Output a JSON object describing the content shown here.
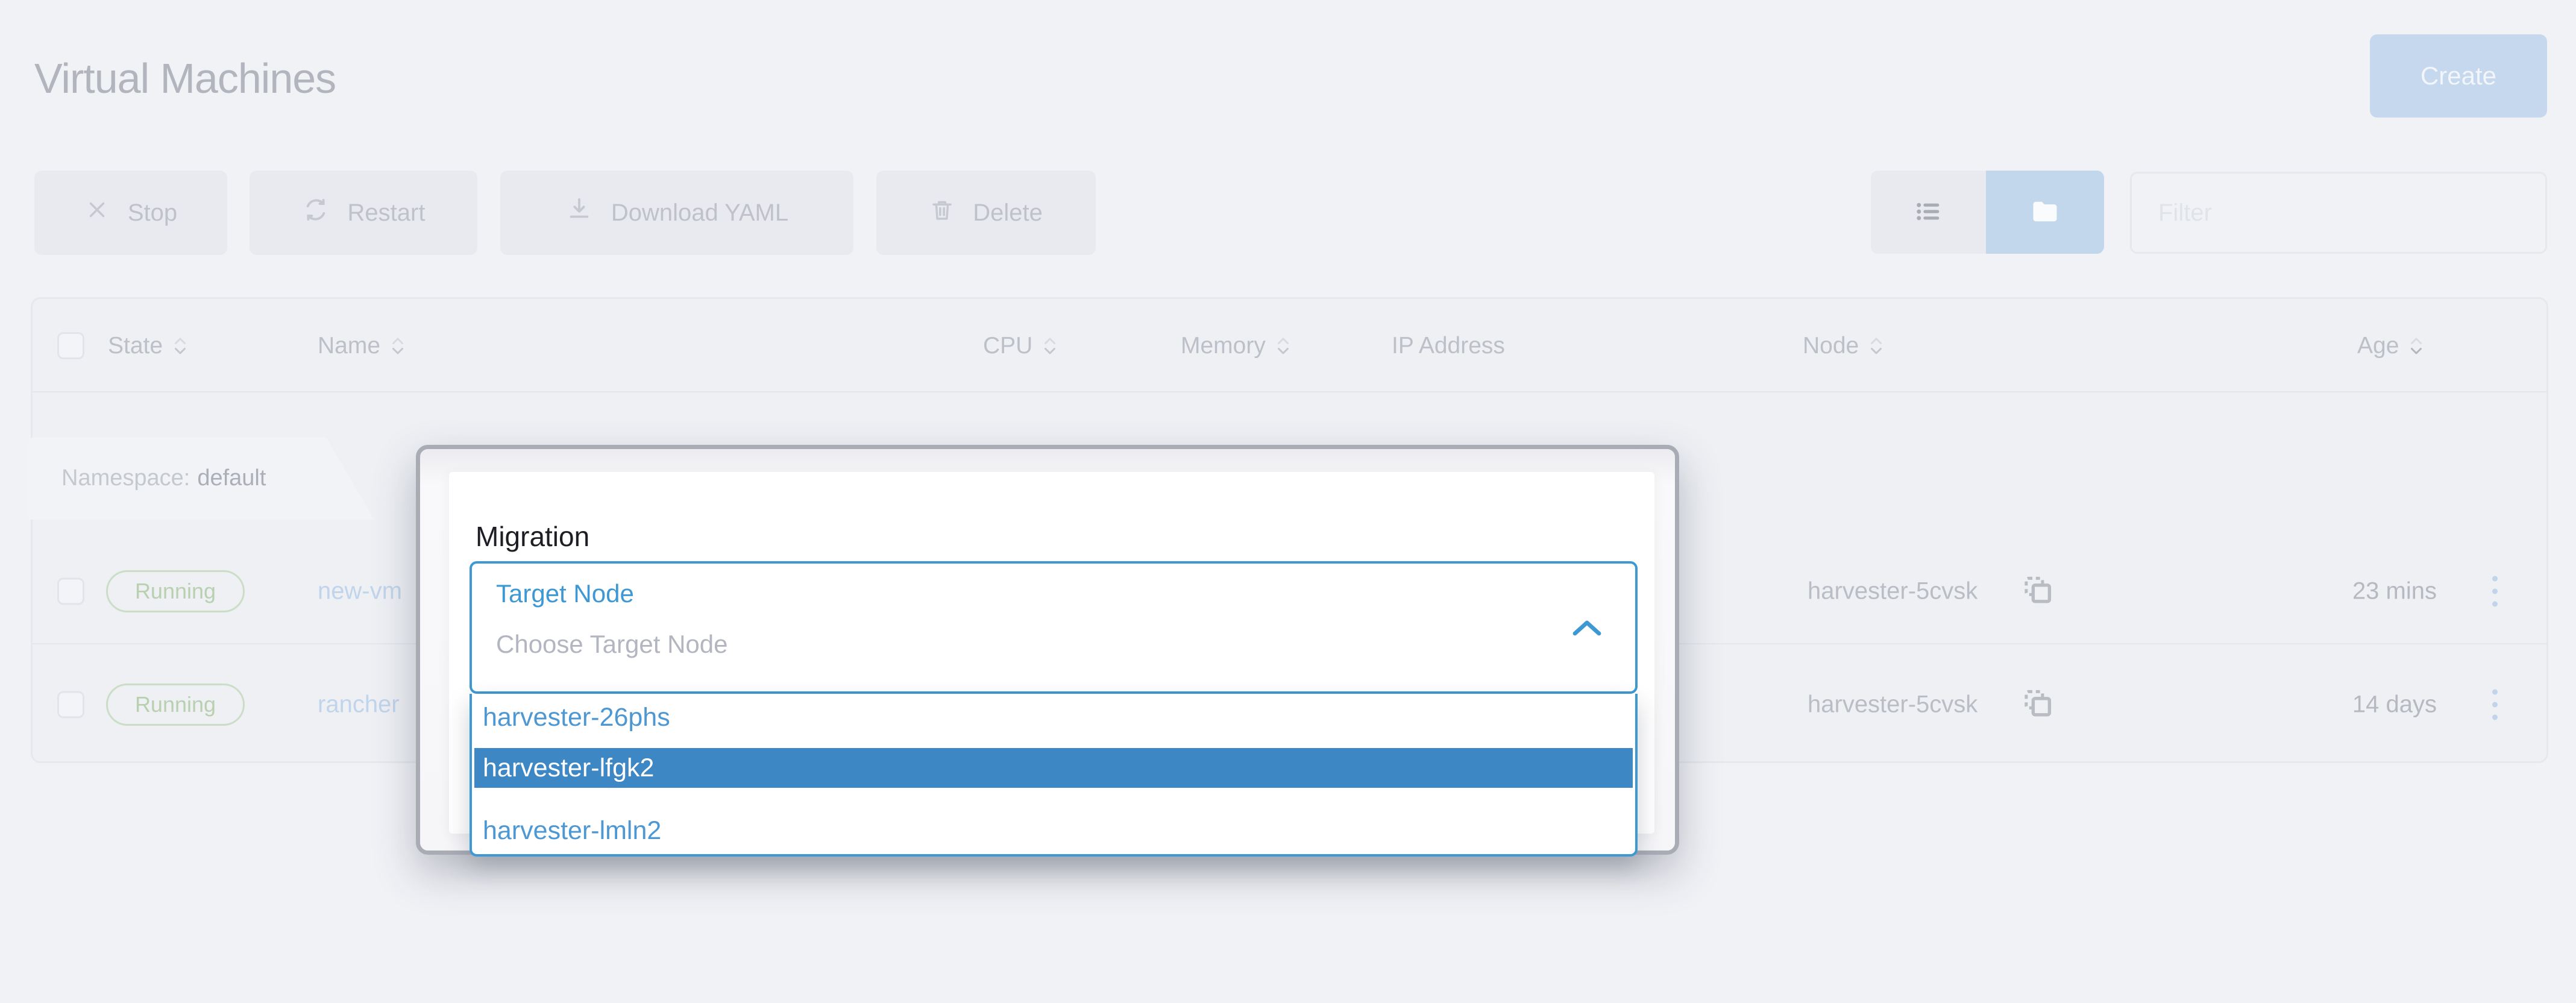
{
  "page": {
    "title": "Virtual Machines"
  },
  "header": {
    "create_label": "Create"
  },
  "toolbar": {
    "stop_label": "Stop",
    "restart_label": "Restart",
    "download_yaml_label": "Download YAML",
    "delete_label": "Delete",
    "filter_placeholder": "Filter",
    "view_modes": [
      {
        "icon": "list-icon",
        "active": false
      },
      {
        "icon": "folder-icon",
        "active": true
      }
    ]
  },
  "table": {
    "headers": [
      {
        "label": "State",
        "sortable": true
      },
      {
        "label": "Name",
        "sortable": true
      },
      {
        "label": "CPU",
        "sortable": true
      },
      {
        "label": "Memory",
        "sortable": true
      },
      {
        "label": "IP Address",
        "sortable": false
      },
      {
        "label": "Node",
        "sortable": true
      },
      {
        "label": "Age",
        "sortable": true
      }
    ],
    "group": {
      "label": "Namespace:",
      "value": "default"
    },
    "rows": [
      {
        "state": "Running",
        "name": "new-vm",
        "node": "harvester-5cvsk",
        "age": "23 mins"
      },
      {
        "state": "Running",
        "name": "rancher",
        "node": "harvester-5cvsk",
        "age": "14 days"
      }
    ]
  },
  "modal": {
    "title": "Migration",
    "select_label": "Target Node",
    "select_placeholder": "Choose Target Node",
    "options": [
      {
        "label": "harvester-26phs",
        "selected": false
      },
      {
        "label": "harvester-lfgk2",
        "selected": true
      },
      {
        "label": "harvester-lmln2",
        "selected": false
      }
    ]
  },
  "colors": {
    "accent_blue": "#3d98d3",
    "selected_option_bg": "#3d87c5",
    "badge_green": "#b9d0b0",
    "modal_border_gray": "#aaacb5",
    "page_bg": "#f1f2f6"
  }
}
